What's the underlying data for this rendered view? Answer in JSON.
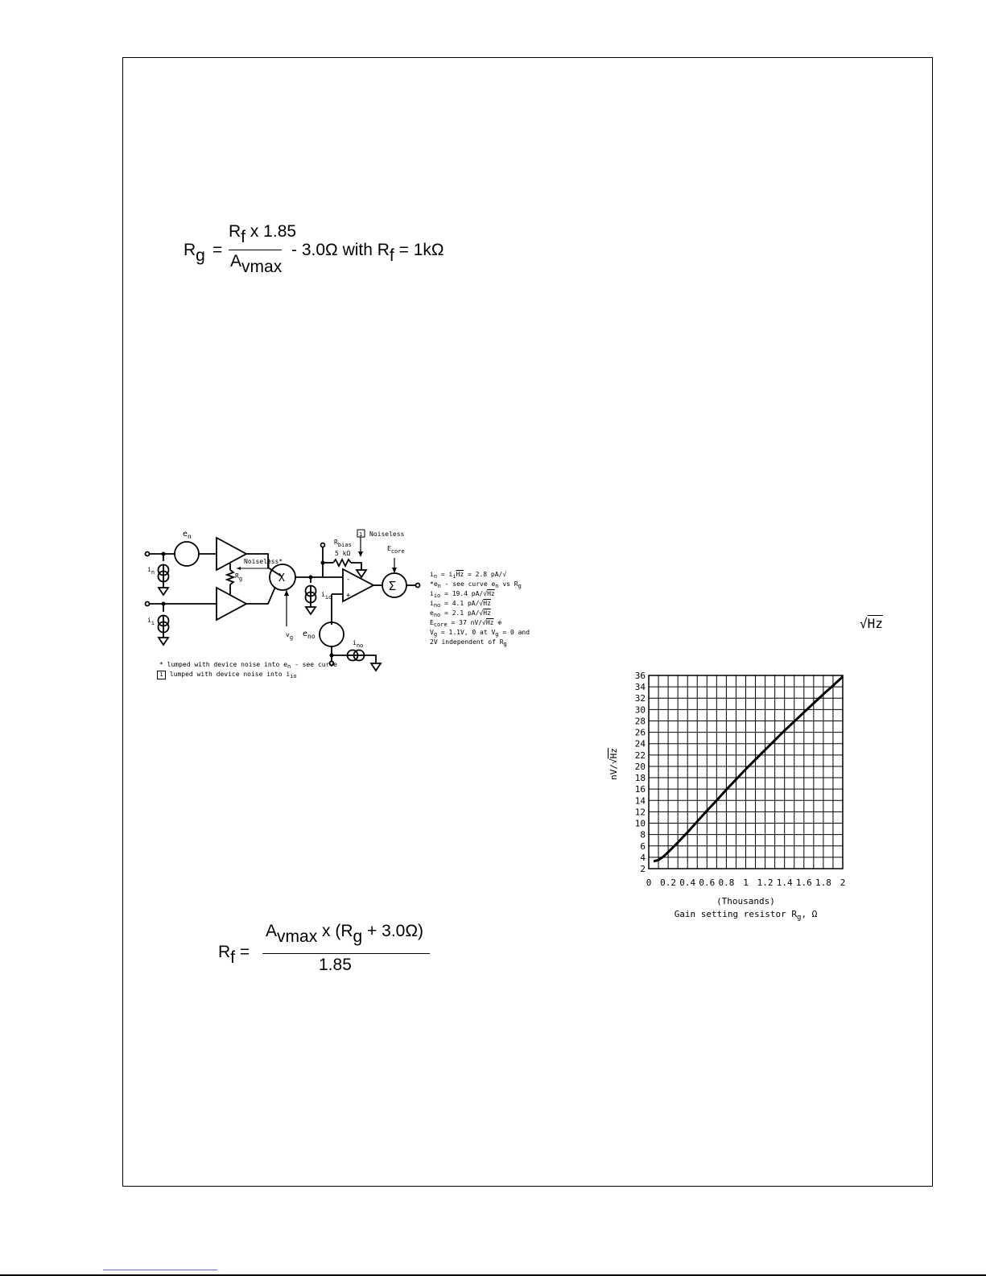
{
  "equations": {
    "rg": {
      "lhs_main": "R",
      "lhs_sub": "g",
      "equals": "=",
      "num_main": "R",
      "num_sub": "f",
      "num_tail": " x 1.85",
      "den_main": "A",
      "den_sub": "vmax",
      "tail": " - 3.0",
      "omega": "Ω",
      "with": "  with R",
      "with_sub": "f",
      "with_tail": " = 1k",
      "omega2": "Ω"
    },
    "rf": {
      "lhs_main": "R",
      "lhs_sub": "f",
      "equals": " =",
      "num_main": "A",
      "num_sub": "vmax",
      "num_mid": " x (R",
      "num_sub2": "g",
      "num_tail": " + 3.0Ω)",
      "den": "1.85"
    }
  },
  "schematic": {
    "labels": {
      "en_main": "e",
      "en_sub": "n",
      "in_main": "i",
      "in_sub": "n",
      "ii_main": "i",
      "ii_sub": "i",
      "rg_main": "R",
      "rg_sub": "g",
      "noiseless_star": "Noiseless*",
      "multiplier": "X",
      "vg_main": "v",
      "vg_sub": "g",
      "rbias_main": "R",
      "rbias_sub": "bias",
      "rbias_val": "5 kΩ",
      "box_num": "1",
      "noiseless": "Noiseless",
      "ecore_main": "E",
      "ecore_sub": "core",
      "iio_main": "i",
      "iio_sub": "io",
      "eno_main": "e",
      "eno_sub": "no",
      "ino_main": "i",
      "ino_sub": "no",
      "minus": "-",
      "plus": "+",
      "sigma": "Σ"
    },
    "legend": {
      "star_line_a": "* lumped with device noise into e",
      "star_sub": "n",
      "star_line_b": " - see curve",
      "box_num": "1",
      "box_line": "lumped with device noise into i",
      "box_sub": "io"
    },
    "notes": [
      {
        "main": "i",
        "sub": "n",
        "text": " = i",
        "sub2": "i",
        "tail": " = 2.8 pA/√",
        "ov": "Hz"
      },
      {
        "main": "*e",
        "sub": "n",
        "text": " - see curve e",
        "sub2": "n",
        "tail": " vs R",
        "sub3": "g"
      },
      {
        "main": "i",
        "sub": "io",
        "text": " = 19.4 pA/√",
        "ov": "Hz"
      },
      {
        "main": "i",
        "sub": "no",
        "text": " = 4.1 pA/√",
        "ov": "Hz"
      },
      {
        "main": "e",
        "sub": "no",
        "text": " = 2.1 pA/√",
        "ov": "Hz"
      },
      {
        "main": "E",
        "sub": "core",
        "text": " = 37 nV/√",
        "ov": "Hz",
        "tail": " ⊕"
      },
      {
        "main": "V",
        "sub": "g",
        "text": " = 1.1V, 0 at V",
        "sub2": "g",
        "tail": " = 0 and"
      },
      {
        "main": "2V independent of R",
        "sub": "g"
      }
    ]
  },
  "sqrt_hz": {
    "radical": "√",
    "hz": "Hz"
  },
  "chart_data": {
    "type": "line",
    "ylabel": "nV/√Hz",
    "ylabel_main": "nV/√",
    "ylabel_ov": "Hz",
    "xlabel_line1": "(Thousands)",
    "xlabel_line2": "Gain setting resistor R",
    "xlabel_sub": "g",
    "xlabel_tail": ", Ω",
    "xlim": [
      0,
      2
    ],
    "ylim": [
      2,
      36
    ],
    "x_ticks": [
      "0",
      "0.2",
      "0.4",
      "0.6",
      "0.8",
      "1",
      "1.2",
      "1.4",
      "1.6",
      "1.8",
      "2"
    ],
    "y_ticks": [
      "36",
      "34",
      "32",
      "30",
      "28",
      "26",
      "24",
      "22",
      "20",
      "18",
      "16",
      "14",
      "12",
      "10",
      "8",
      "6",
      "4",
      "2"
    ],
    "grid": true,
    "series": [
      {
        "x": [
          0.05,
          0.1,
          0.15,
          0.2,
          0.3,
          0.4,
          0.5,
          0.6,
          0.7,
          0.8,
          0.9,
          1.0,
          1.1,
          1.2,
          1.3,
          1.4,
          1.5,
          1.6,
          1.7,
          1.8,
          1.9,
          2.0
        ],
        "y": [
          3.3,
          3.5,
          4.1,
          4.9,
          6.6,
          8.4,
          10.3,
          12.2,
          14.0,
          15.9,
          17.7,
          19.5,
          21.2,
          22.9,
          24.6,
          26.3,
          27.9,
          29.5,
          31.1,
          32.7,
          34.2,
          35.8
        ]
      }
    ]
  }
}
